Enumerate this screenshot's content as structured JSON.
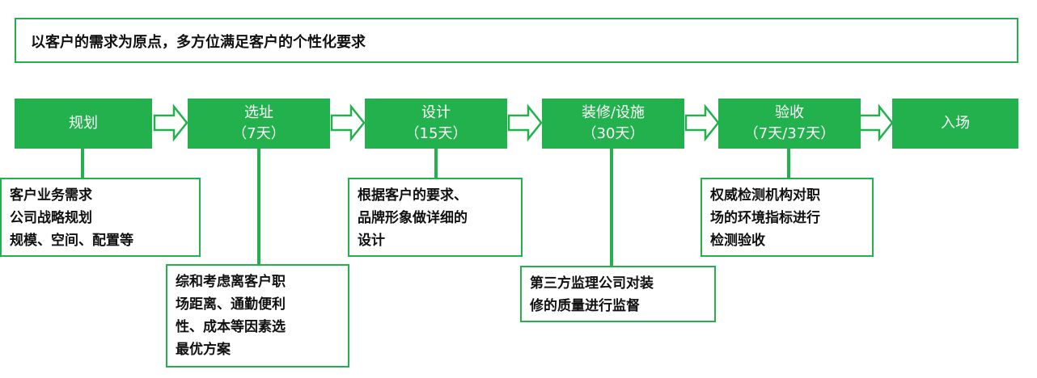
{
  "header": {
    "title": "以客户的需求为原点，多方位满足客户的个性化要求"
  },
  "steps": [
    {
      "label": "规划",
      "duration": ""
    },
    {
      "label": "选址",
      "duration": "（7天）"
    },
    {
      "label": "设计",
      "duration": "（15天）"
    },
    {
      "label": "装修/设施",
      "duration": "（30天）"
    },
    {
      "label": "验收",
      "duration": "（7天/37天）"
    },
    {
      "label": "入场",
      "duration": ""
    }
  ],
  "notes": [
    {
      "lines": [
        "客户业务需求",
        "公司战略规划",
        "规模、空间、配置等"
      ]
    },
    {
      "lines": [
        "综和考虑离客户职",
        "场距离、通勤便利",
        "性、成本等因素选",
        "最优方案"
      ]
    },
    {
      "lines": [
        "根据客户的要求、",
        "品牌形象做详细的",
        "设计"
      ]
    },
    {
      "lines": [
        "第三方监理公司对装",
        "修的质量进行监督"
      ]
    },
    {
      "lines": [
        "权威检测机构对职",
        "场的环境指标进行",
        "检测验收"
      ]
    }
  ],
  "colors": {
    "accent": "#22b14c",
    "text": "#111111",
    "step_text": "#ffffff"
  }
}
